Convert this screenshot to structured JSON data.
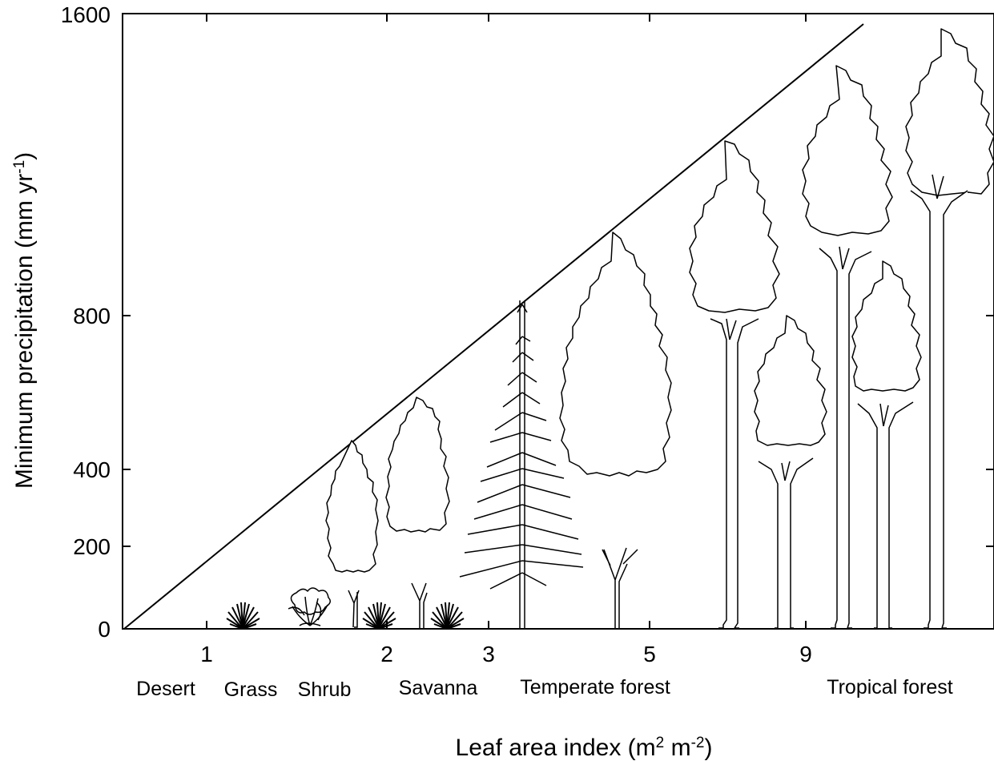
{
  "chart_data": {
    "type": "diagram",
    "y_axis": {
      "label_main": "Minimum precipitation (mm yr",
      "label_sup": "-1",
      "label_end": ")",
      "ticks": [
        "0",
        "200",
        "400",
        "800",
        "1600"
      ]
    },
    "x_axis": {
      "label_main": "Leaf area index (m",
      "label_sup1": "2",
      "label_mid": " m",
      "label_sup2": "-2",
      "label_end": ")",
      "ticks": [
        "1",
        "2",
        "3",
        "5",
        "9"
      ]
    },
    "biomes": [
      "Desert",
      "Grass",
      "Shrub",
      "Savanna",
      "Temperate forest",
      "Tropical forest"
    ],
    "vegetation_icons": [
      "grass-tuft",
      "shrub",
      "small-tree",
      "grass-tuft",
      "savanna-tree",
      "grass-tuft",
      "conifer",
      "temperate-tree",
      "tropical-tree",
      "tropical-tree",
      "tropical-tree",
      "tropical-tree",
      "tropical-tree"
    ]
  }
}
